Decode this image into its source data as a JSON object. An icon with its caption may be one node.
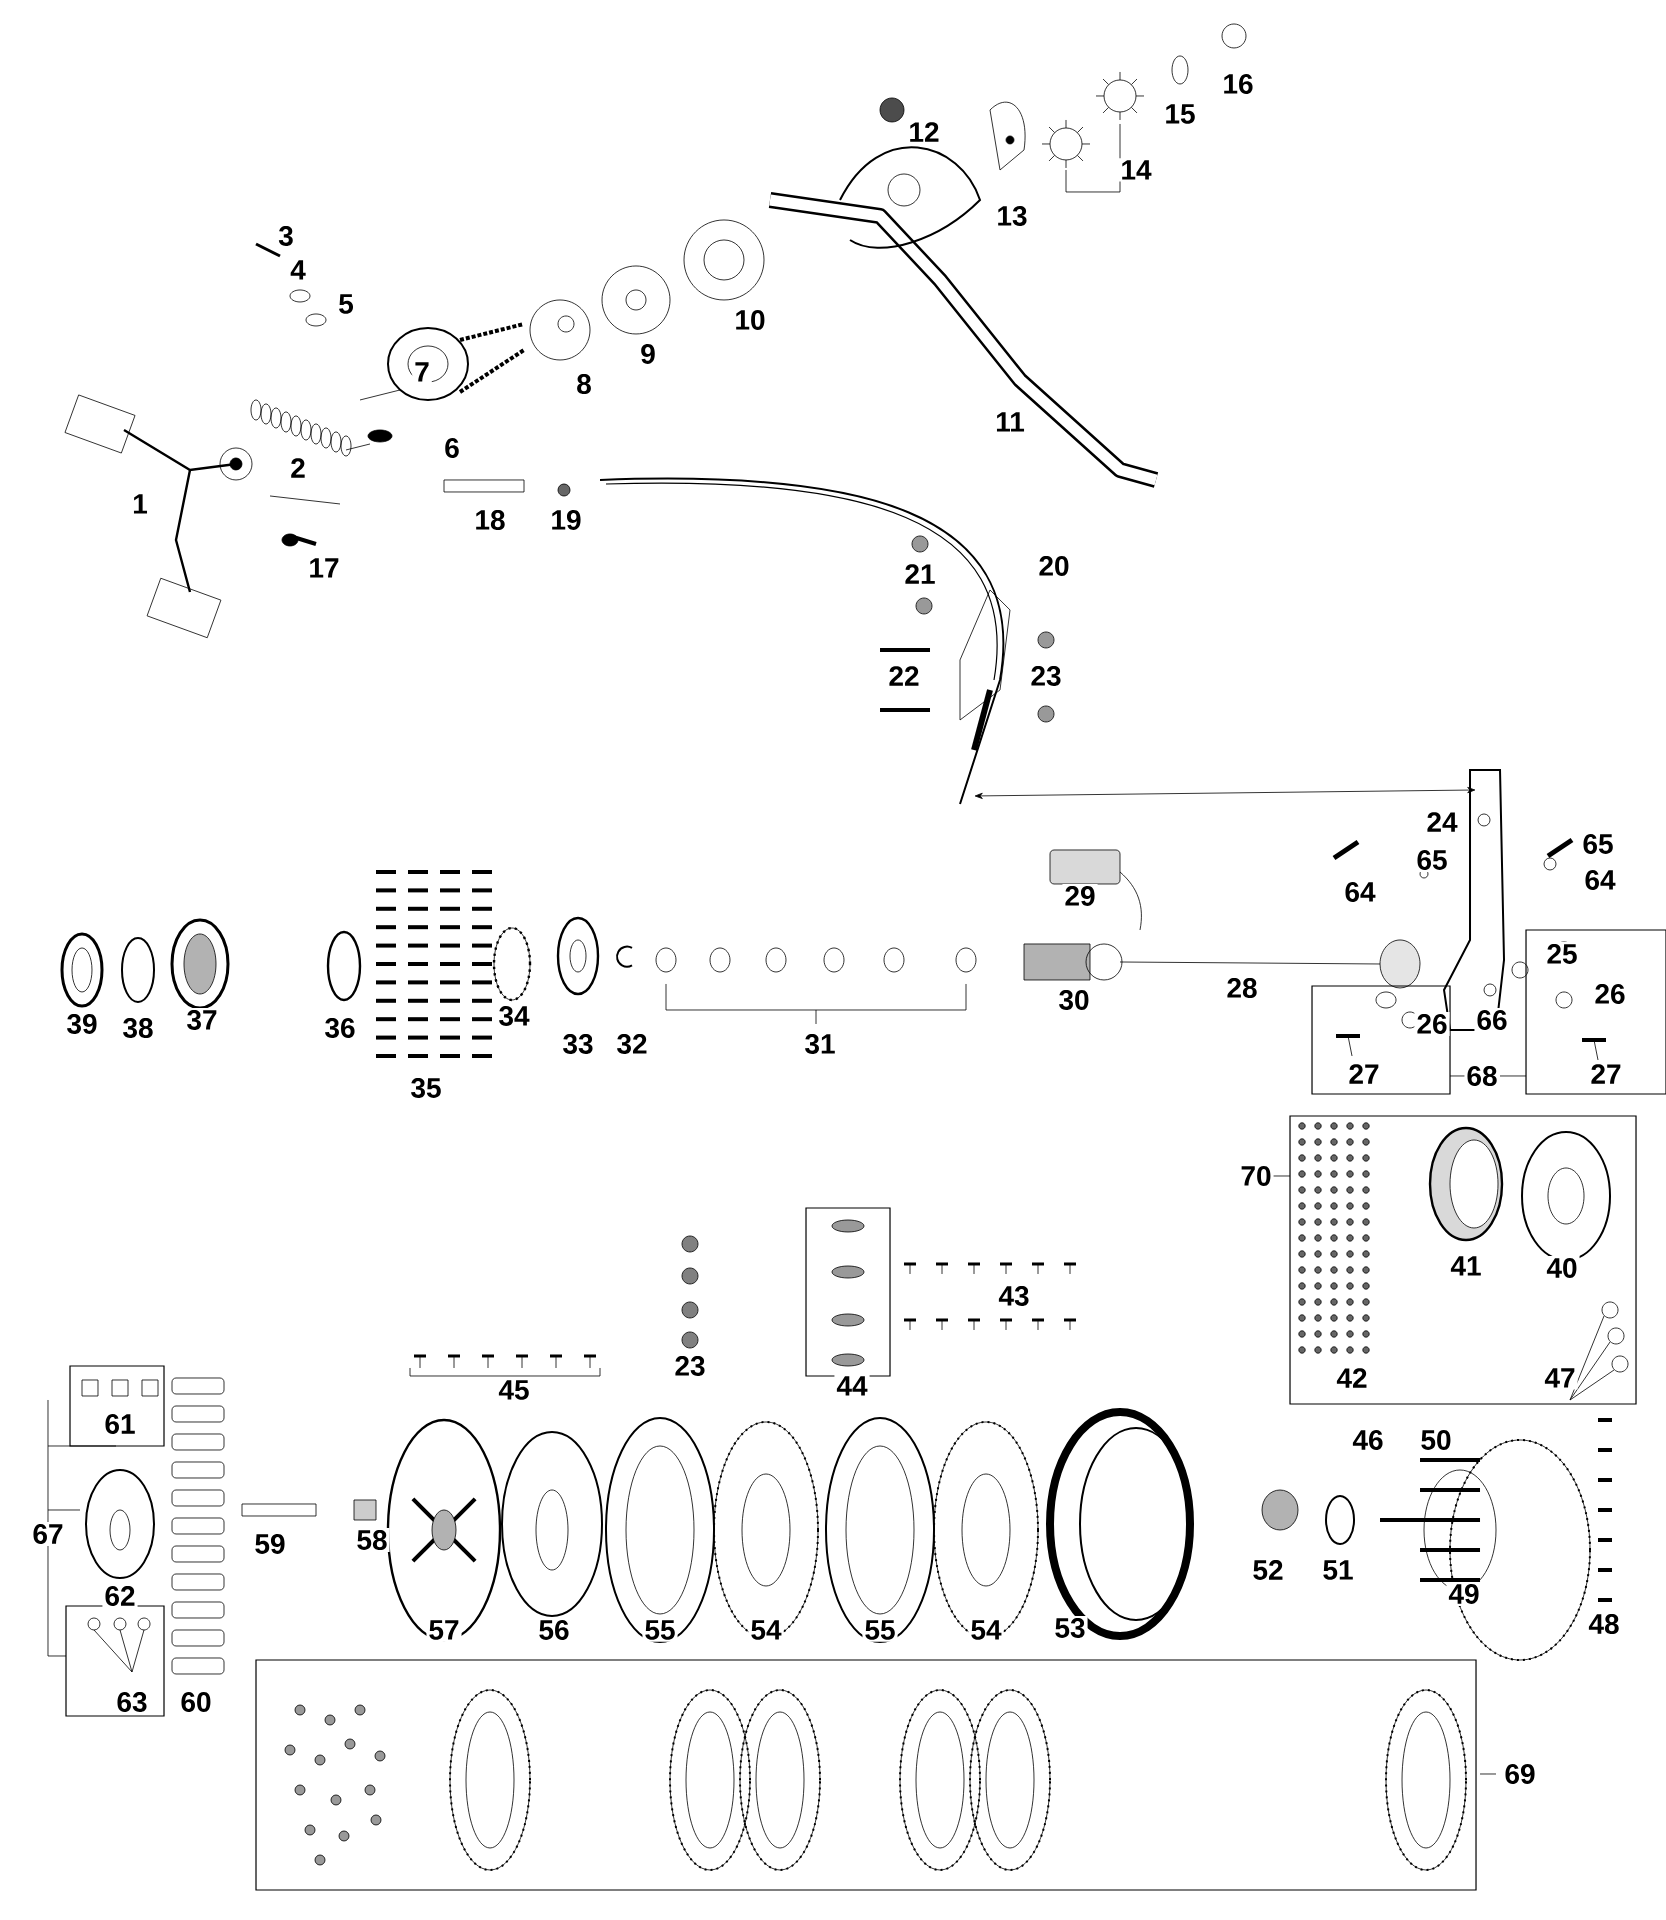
{
  "diagram": {
    "labels": [
      "12",
      "13",
      "14",
      "15",
      "16",
      "3",
      "4",
      "5",
      "10",
      "9",
      "8",
      "7",
      "11",
      "6",
      "2",
      "1",
      "18",
      "19",
      "17",
      "20",
      "21",
      "22",
      "23",
      "24",
      "65",
      "65",
      "64",
      "64",
      "29",
      "25",
      "26",
      "26",
      "30",
      "28",
      "39",
      "38",
      "37",
      "36",
      "34",
      "33",
      "32",
      "31",
      "66",
      "35",
      "27",
      "68",
      "27",
      "70",
      "41",
      "40",
      "43",
      "23",
      "44",
      "42",
      "45",
      "47",
      "61",
      "46",
      "50",
      "67",
      "59",
      "58",
      "52",
      "51",
      "62",
      "49",
      "57",
      "56",
      "55",
      "54",
      "55",
      "54",
      "53",
      "48",
      "63",
      "60",
      "69"
    ]
  }
}
